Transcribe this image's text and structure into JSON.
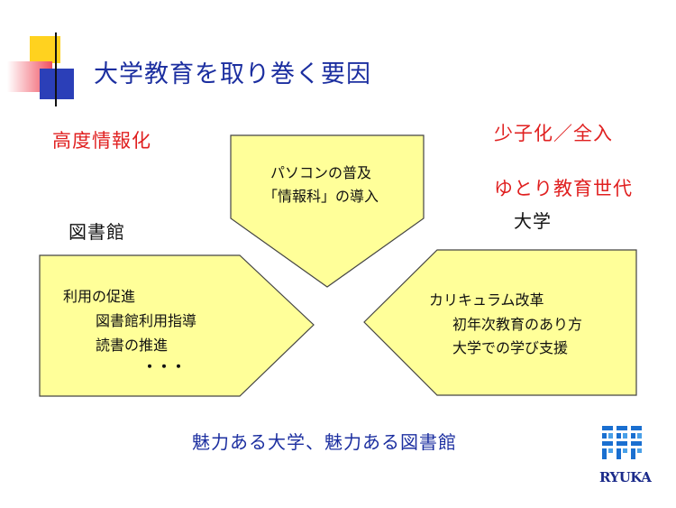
{
  "title": "大学教育を取り巻く要因",
  "factors": {
    "it": "高度情報化",
    "birthrate": "少子化／全入",
    "yutori": "ゆとり教育世代"
  },
  "labels": {
    "library": "図書館",
    "university": "大学"
  },
  "boxes": {
    "top": {
      "lines": [
        "パソコンの普及",
        "「情報科」の導入"
      ]
    },
    "left": {
      "lines": [
        "利用の促進",
        "図書館利用指導",
        "読書の推進",
        "・・・"
      ]
    },
    "right": {
      "lines": [
        "カリキュラム改革",
        "初年次教育のあり方",
        "大学での学び支援"
      ]
    }
  },
  "footer": "魅力ある大学、魅力ある図書館",
  "logo": {
    "text": "RYUKA"
  },
  "colors": {
    "title": "#1c2fa0",
    "accent_red": "#e02020",
    "box_fill": "#ffff99",
    "box_stroke": "#444444"
  }
}
